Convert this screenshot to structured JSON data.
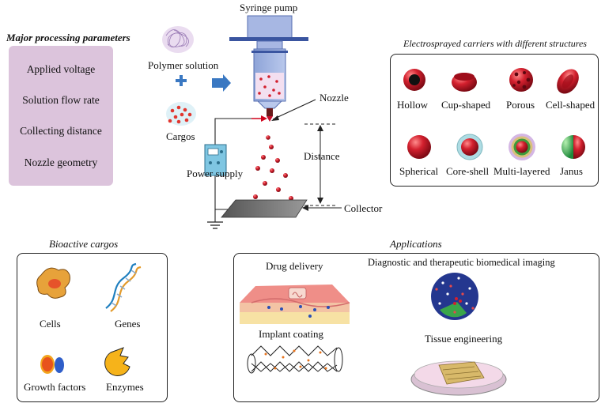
{
  "processing": {
    "title": "Major processing parameters",
    "items": [
      "Applied voltage",
      "Solution flow rate",
      "Collecting distance",
      "Nozzle geometry"
    ]
  },
  "setup": {
    "syringe_pump": "Syringe pump",
    "polymer_solution": "Polymer solution",
    "cargos": "Cargos",
    "nozzle": "Nozzle",
    "power_supply": "Power supply",
    "distance": "Distance",
    "collector": "Collector",
    "plus": "+"
  },
  "carriers": {
    "title": "Electrosprayed carriers with different structures",
    "items": [
      "Hollow",
      "Cup-shaped",
      "Porous",
      "Cell-shaped",
      "Spherical",
      "Core-shell",
      "Multi-layered",
      "Janus"
    ]
  },
  "bioactive": {
    "title": "Bioactive cargos",
    "items": [
      "Cells",
      "Genes",
      "Growth factors",
      "Enzymes"
    ]
  },
  "applications": {
    "title": "Applications",
    "items": [
      "Drug delivery",
      "Diagnostic and therapeutic biomedical imaging",
      "Implant coating",
      "Tissue engineering"
    ]
  },
  "colors": {
    "param_bg": "#dcc4dc",
    "particle_red": "#c8102e",
    "syringe_blue": "#7b93c9",
    "arrow_blue": "#3a78c2"
  }
}
